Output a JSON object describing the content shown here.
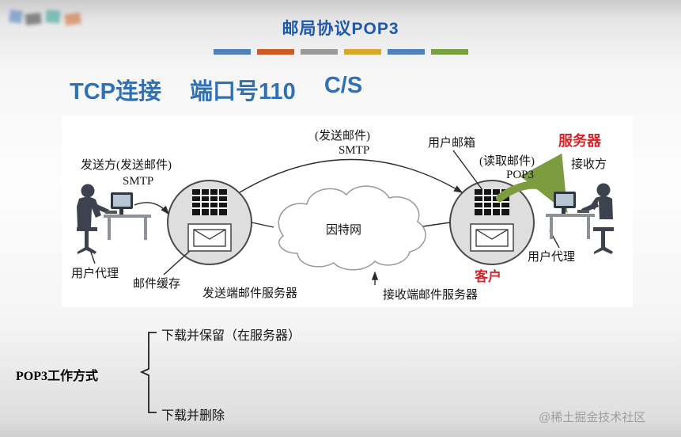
{
  "slide": {
    "title": "邮局协议POP3",
    "heading_parts": [
      "TCP连接",
      "端口号110",
      "C/S"
    ],
    "accent_bars": [
      "#4f81bd",
      "#cd5b22",
      "#9a9a9a",
      "#d9a62a",
      "#4f81bd",
      "#74a03e"
    ],
    "watermark": "@稀土掘金技术社区"
  },
  "colors": {
    "title_blue": "#1d59a8",
    "heading_blue": "#2f71b3",
    "red_label": "#d4262a",
    "green_arrow": "#7d9c40"
  },
  "diagram": {
    "labels": {
      "sender_role": "发送方(发送邮件)",
      "sender_protocol": "SMTP",
      "user_agent_left": "用户代理",
      "mail_cache": "邮件缓存",
      "sending_server": "发送端邮件服务器",
      "transfer_note": "(发送邮件)",
      "transfer_protocol": "SMTP",
      "user_mailbox": "用户邮箱",
      "read_note": "(读取邮件)",
      "read_protocol": "POP3",
      "server_red": "服务器",
      "receiver_role": "接收方",
      "client_red": "客户",
      "user_agent_right": "用户代理",
      "receiving_server": "接收端邮件服务器",
      "internet": "因特网"
    }
  },
  "pop3_modes": {
    "label": "POP3工作方式",
    "options": [
      "下载并保留（在服务器）",
      "下载并删除"
    ]
  }
}
